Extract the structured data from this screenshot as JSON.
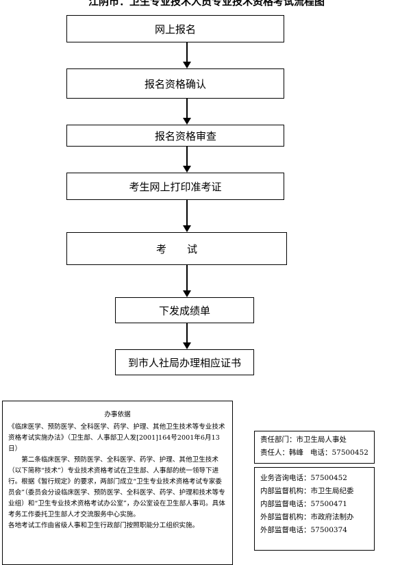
{
  "title": "江阴市：卫生专业技术人员专业技术资格考试流程图",
  "steps": [
    "网上报名",
    "报名资格确认",
    "报名资格审查",
    "考生网上打印准考证",
    "考　　试",
    "下发成绩单",
    "到市人社局办理相应证书"
  ],
  "basis": {
    "heading": "办事依据",
    "para1": "《临床医学、预防医学、全科医学、药学、护理、其他卫生技术等专业技术资格考试实施办法》（卫生部、人事部卫人发[2001]164号2001年6月13日）",
    "para2": "第二条临床医学、预防医学、全科医学、药学、护理、其他卫生技术（以下简称“技术”）专业技术资格考试在卫生部、人事部的统一领导下进行。根据《暂行规定》的要求，两部门成立“卫生专业技术资格考试专家委员会”（委员会分设临床医学、预防医学、全科医学、药学、护理和技术等专业组）和“卫生专业技术资格考试办公室”，办公室设在卫生部人事司。具体考务工作委托卫生部人才交流服务中心实施。",
    "para3": "各地考试工作由省级人事和卫生行政部门按照职能分工组织实施。"
  },
  "responsibility": {
    "dept_label": "责任部门：",
    "dept_value": "市卫生局人事处",
    "person_label": "责任人：",
    "person_value": "韩峰",
    "phone_label": "电话：",
    "phone_value": "57500452"
  },
  "contacts": [
    {
      "label": "业务咨询电话：",
      "value": "57500452"
    },
    {
      "label": "内部监督机构：",
      "value": "市卫生局纪委"
    },
    {
      "label": "内部监督电话：",
      "value": "57500471"
    },
    {
      "label": "外部监督机构：",
      "value": "市政府法制办"
    },
    {
      "label": "外部监督电话：",
      "value": "57500374"
    }
  ]
}
